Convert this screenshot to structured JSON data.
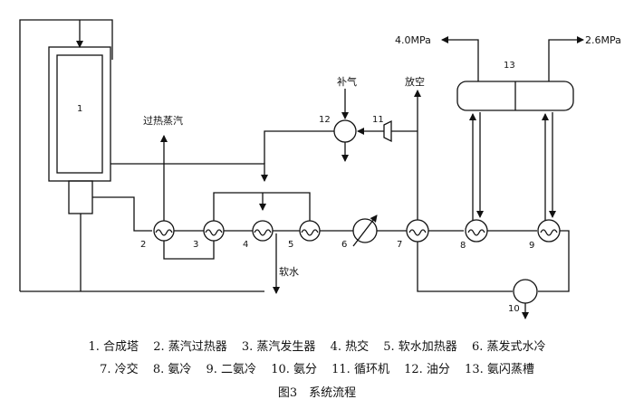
{
  "labels": {
    "superheated_steam": "过热蒸汽",
    "make_up_gas": "补气",
    "vent": "放空",
    "soft_water": "软水",
    "pressure_high": "4.0MPa",
    "pressure_low": "2.6MPa"
  },
  "numbers": {
    "n1": "1",
    "n2": "2",
    "n3": "3",
    "n4": "4",
    "n5": "5",
    "n6": "6",
    "n7": "7",
    "n8": "8",
    "n9": "9",
    "n10": "10",
    "n11": "11",
    "n12": "12",
    "n13": "13"
  },
  "legend": {
    "line1": [
      "1. 合成塔",
      "2. 蒸汽过热器",
      "3. 蒸汽发生器",
      "4. 热交",
      "5. 软水加热器",
      "6. 蒸发式水冷"
    ],
    "line2": [
      "7. 冷交",
      "8. 氨冷",
      "9. 二氨冷",
      "10. 氨分",
      "11. 循环机",
      "12. 油分",
      "13. 氨闪蒸槽"
    ],
    "caption": "图3　系统流程"
  }
}
